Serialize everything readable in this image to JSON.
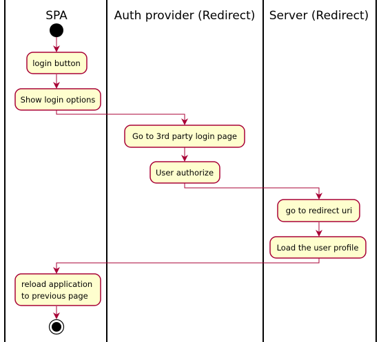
{
  "colors": {
    "node_fill": "#FEFECE",
    "node_stroke": "#A80036",
    "arrow": "#A80036",
    "lane_line": "#000000",
    "start_dot": "#000000"
  },
  "lanes": [
    {
      "id": "spa",
      "title": "SPA"
    },
    {
      "id": "auth",
      "title": "Auth provider (Redirect)"
    },
    {
      "id": "server",
      "title": "Server (Redirect)"
    }
  ],
  "nodes": [
    {
      "id": "login_button",
      "lines": [
        "login button"
      ]
    },
    {
      "id": "show_login_options",
      "lines": [
        "Show login options"
      ]
    },
    {
      "id": "go_to_3rd_party",
      "lines": [
        "Go to 3rd party login page"
      ]
    },
    {
      "id": "user_authorize",
      "lines": [
        "User authorize"
      ]
    },
    {
      "id": "go_to_redirect",
      "lines": [
        "go to redirect uri"
      ]
    },
    {
      "id": "load_user_profile",
      "lines": [
        "Load the user profile"
      ]
    },
    {
      "id": "reload_application",
      "lines": [
        "reload application",
        "to previous page"
      ]
    }
  ],
  "start_icon": "start-node-icon",
  "end_icon": "end-node-icon"
}
